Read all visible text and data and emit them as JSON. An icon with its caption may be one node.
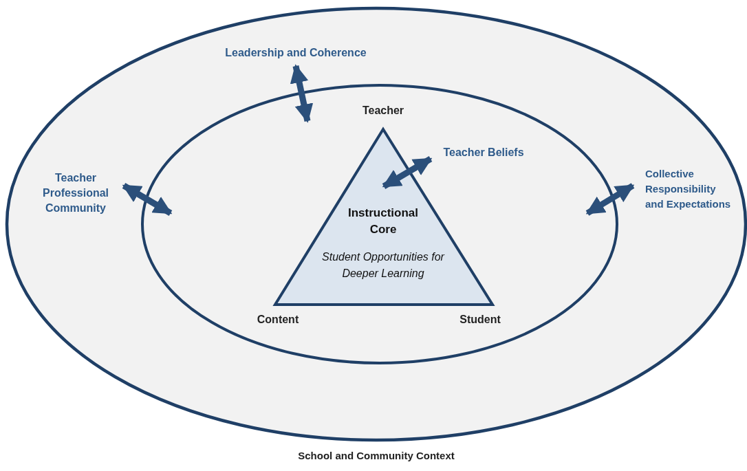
{
  "diagram": {
    "nodes": [
      {
        "text": [
          "School and Community Context"
        ]
      },
      {
        "text": [
          "Leadership and Coherence"
        ],
        "in": 0
      },
      {
        "text": [
          "Teacher Professional Community"
        ],
        "in": 0
      },
      {
        "text": [
          "Collective Responsibility and Expectations"
        ],
        "in": 0
      },
      {
        "text": [],
        "shape": "ellipse",
        "in": 0
      },
      {
        "text": [
          "Teacher Beliefs"
        ],
        "in": 4
      },
      {
        "text": [
          "Instructional Core",
          "Student Opportunities for Deeper Learning"
        ],
        "beside": [
          "Teacher",
          "Content",
          "Student"
        ],
        "in": 4
      }
    ],
    "edges": [
      {
        "from": 1,
        "to": 4,
        "arrow": "both"
      },
      {
        "from": 2,
        "to": 4,
        "arrow": "both"
      },
      {
        "from": 3,
        "to": 4,
        "arrow": "both"
      },
      {
        "from": 5,
        "to": 6,
        "arrow": "both"
      }
    ]
  }
}
